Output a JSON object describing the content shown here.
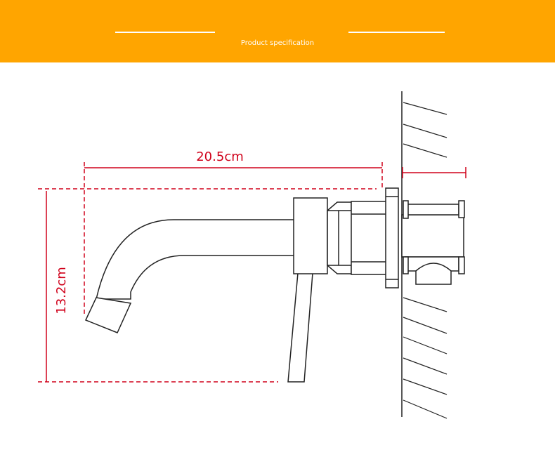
{
  "banner": {
    "title": "Product specification",
    "background_color": "#FFA500"
  },
  "dimensions": {
    "length_label": "20.5cm",
    "height_label": "13.2cm",
    "color": "#D0021B"
  },
  "line_color": "#222222"
}
